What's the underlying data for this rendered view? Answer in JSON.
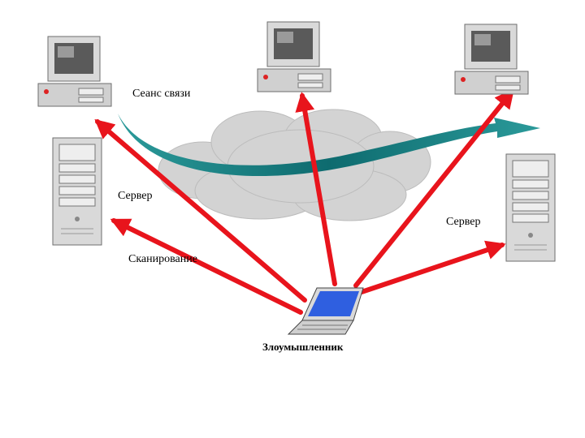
{
  "labels": {
    "session": "Сеанс связи",
    "server_left": "Сервер",
    "server_right": "Сервер",
    "scanning": "Сканирование",
    "attacker": "Злоумышленник"
  },
  "colors": {
    "arrow": "#e8141c",
    "session_arc": "#1f8a8a",
    "cloud": "#d2d2d2",
    "device_body": "#d9d9d9",
    "screen": "#5a5a5a",
    "laptop_screen": "#2f5fe0"
  },
  "nodes": [
    {
      "name": "workstation-left",
      "icon": "desktop-computer-icon"
    },
    {
      "name": "workstation-center",
      "icon": "desktop-computer-icon"
    },
    {
      "name": "workstation-right",
      "icon": "desktop-computer-icon"
    },
    {
      "name": "server-left",
      "icon": "tower-server-icon"
    },
    {
      "name": "server-right",
      "icon": "tower-server-icon"
    },
    {
      "name": "attacker-laptop",
      "icon": "laptop-icon"
    }
  ]
}
